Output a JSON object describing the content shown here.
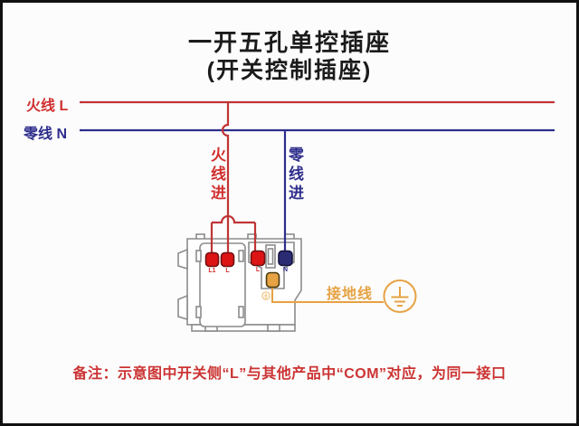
{
  "title": {
    "line1": "一开五孔单控插座",
    "line2": "(开关控制插座)"
  },
  "wires": {
    "live_label": "火线 L",
    "neutral_label": "零线 N",
    "live_in_label": "火线进",
    "neutral_in_label": "零线进",
    "ground_label": "接地线"
  },
  "device": {
    "terminal_labels": {
      "l1": "L1",
      "l_switch": "L",
      "l_socket": "L",
      "n": "N"
    }
  },
  "note": "备注：示意图中开关侧“L”与其他产品中“COM”对应，为同一接口",
  "colors": {
    "wire-red": "#c03434",
    "label-red": "#d02f2f",
    "terminal-red": "#dd1414",
    "terminal-red-border": "#701010",
    "wire-blue": "#2e2e8c",
    "terminal-blue": "#2b2b74",
    "terminal-blue-border": "#14143c",
    "orange": "#e6a243",
    "orange-border": "#4a3a10",
    "device-gray": "#8c8c8c",
    "title-color": "#1b1b1b",
    "note-red": "#cc3333",
    "frame-black": "#111111",
    "bg": "#fcfcfc"
  }
}
